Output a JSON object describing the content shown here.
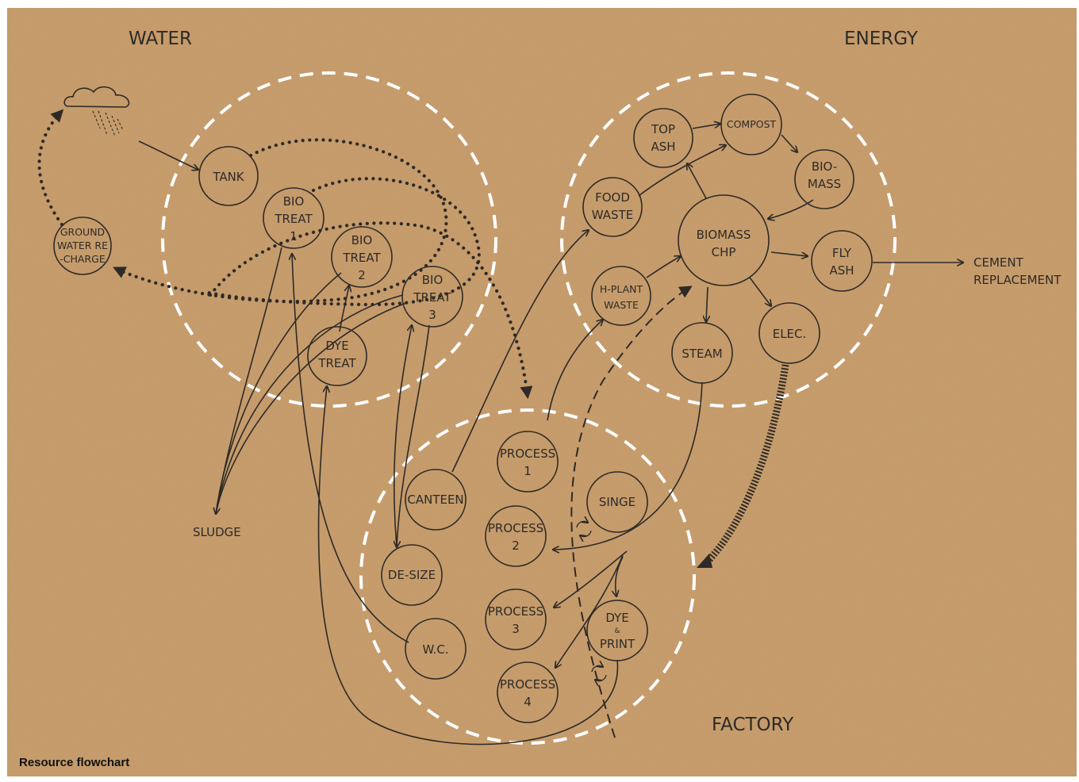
{
  "colors": {
    "background": "#c79c6b",
    "ink": "#2e2a26",
    "zone_outline": "#ffffff",
    "frame": "#ffffff"
  },
  "zones": {
    "water": "WATER",
    "energy": "ENERGY",
    "factory": "FACTORY"
  },
  "nodes": {
    "tank": [
      "TANK"
    ],
    "ground_water": [
      "GROUND",
      "WATER RE",
      "-CHARGE"
    ],
    "bio_treat_1": [
      "BIO",
      "TREAT",
      "1"
    ],
    "bio_treat_2": [
      "BIO",
      "TREAT",
      "2"
    ],
    "bio_treat_3": [
      "BIO",
      "TREAT",
      "3"
    ],
    "dye_treat": [
      "DYE",
      "TREAT"
    ],
    "food_waste": [
      "FOOD",
      "WASTE"
    ],
    "top_ash": [
      "TOP",
      "ASH"
    ],
    "compost": [
      "COMPOST"
    ],
    "bio_mass": [
      "BIO-",
      "MASS"
    ],
    "biomass_chp": [
      "BIOMASS",
      "CHP"
    ],
    "fly_ash": [
      "FLY",
      "ASH"
    ],
    "h_plant_waste": [
      "H-PLANT",
      "WASTE"
    ],
    "steam": [
      "STEAM"
    ],
    "elec": [
      "ELEC."
    ],
    "canteen": [
      "CANTEEN"
    ],
    "process_1": [
      "PROCESS",
      "1"
    ],
    "singe": [
      "SINGE"
    ],
    "process_2": [
      "PROCESS",
      "2"
    ],
    "de_size": [
      "DE-SIZE"
    ],
    "process_3": [
      "PROCESS",
      "3"
    ],
    "dye_print": [
      "DYE",
      "&",
      "PRINT"
    ],
    "wc": [
      "W.C."
    ],
    "process_4": [
      "PROCESS",
      "4"
    ]
  },
  "labels": {
    "sludge": "SLUDGE",
    "cement_1": "CEMENT",
    "cement_2": "REPLACEMENT"
  },
  "icons": {
    "weather": "rain-cloud-icon",
    "recycle": "recycle-arrows-icon"
  },
  "caption": "Resource flowchart"
}
